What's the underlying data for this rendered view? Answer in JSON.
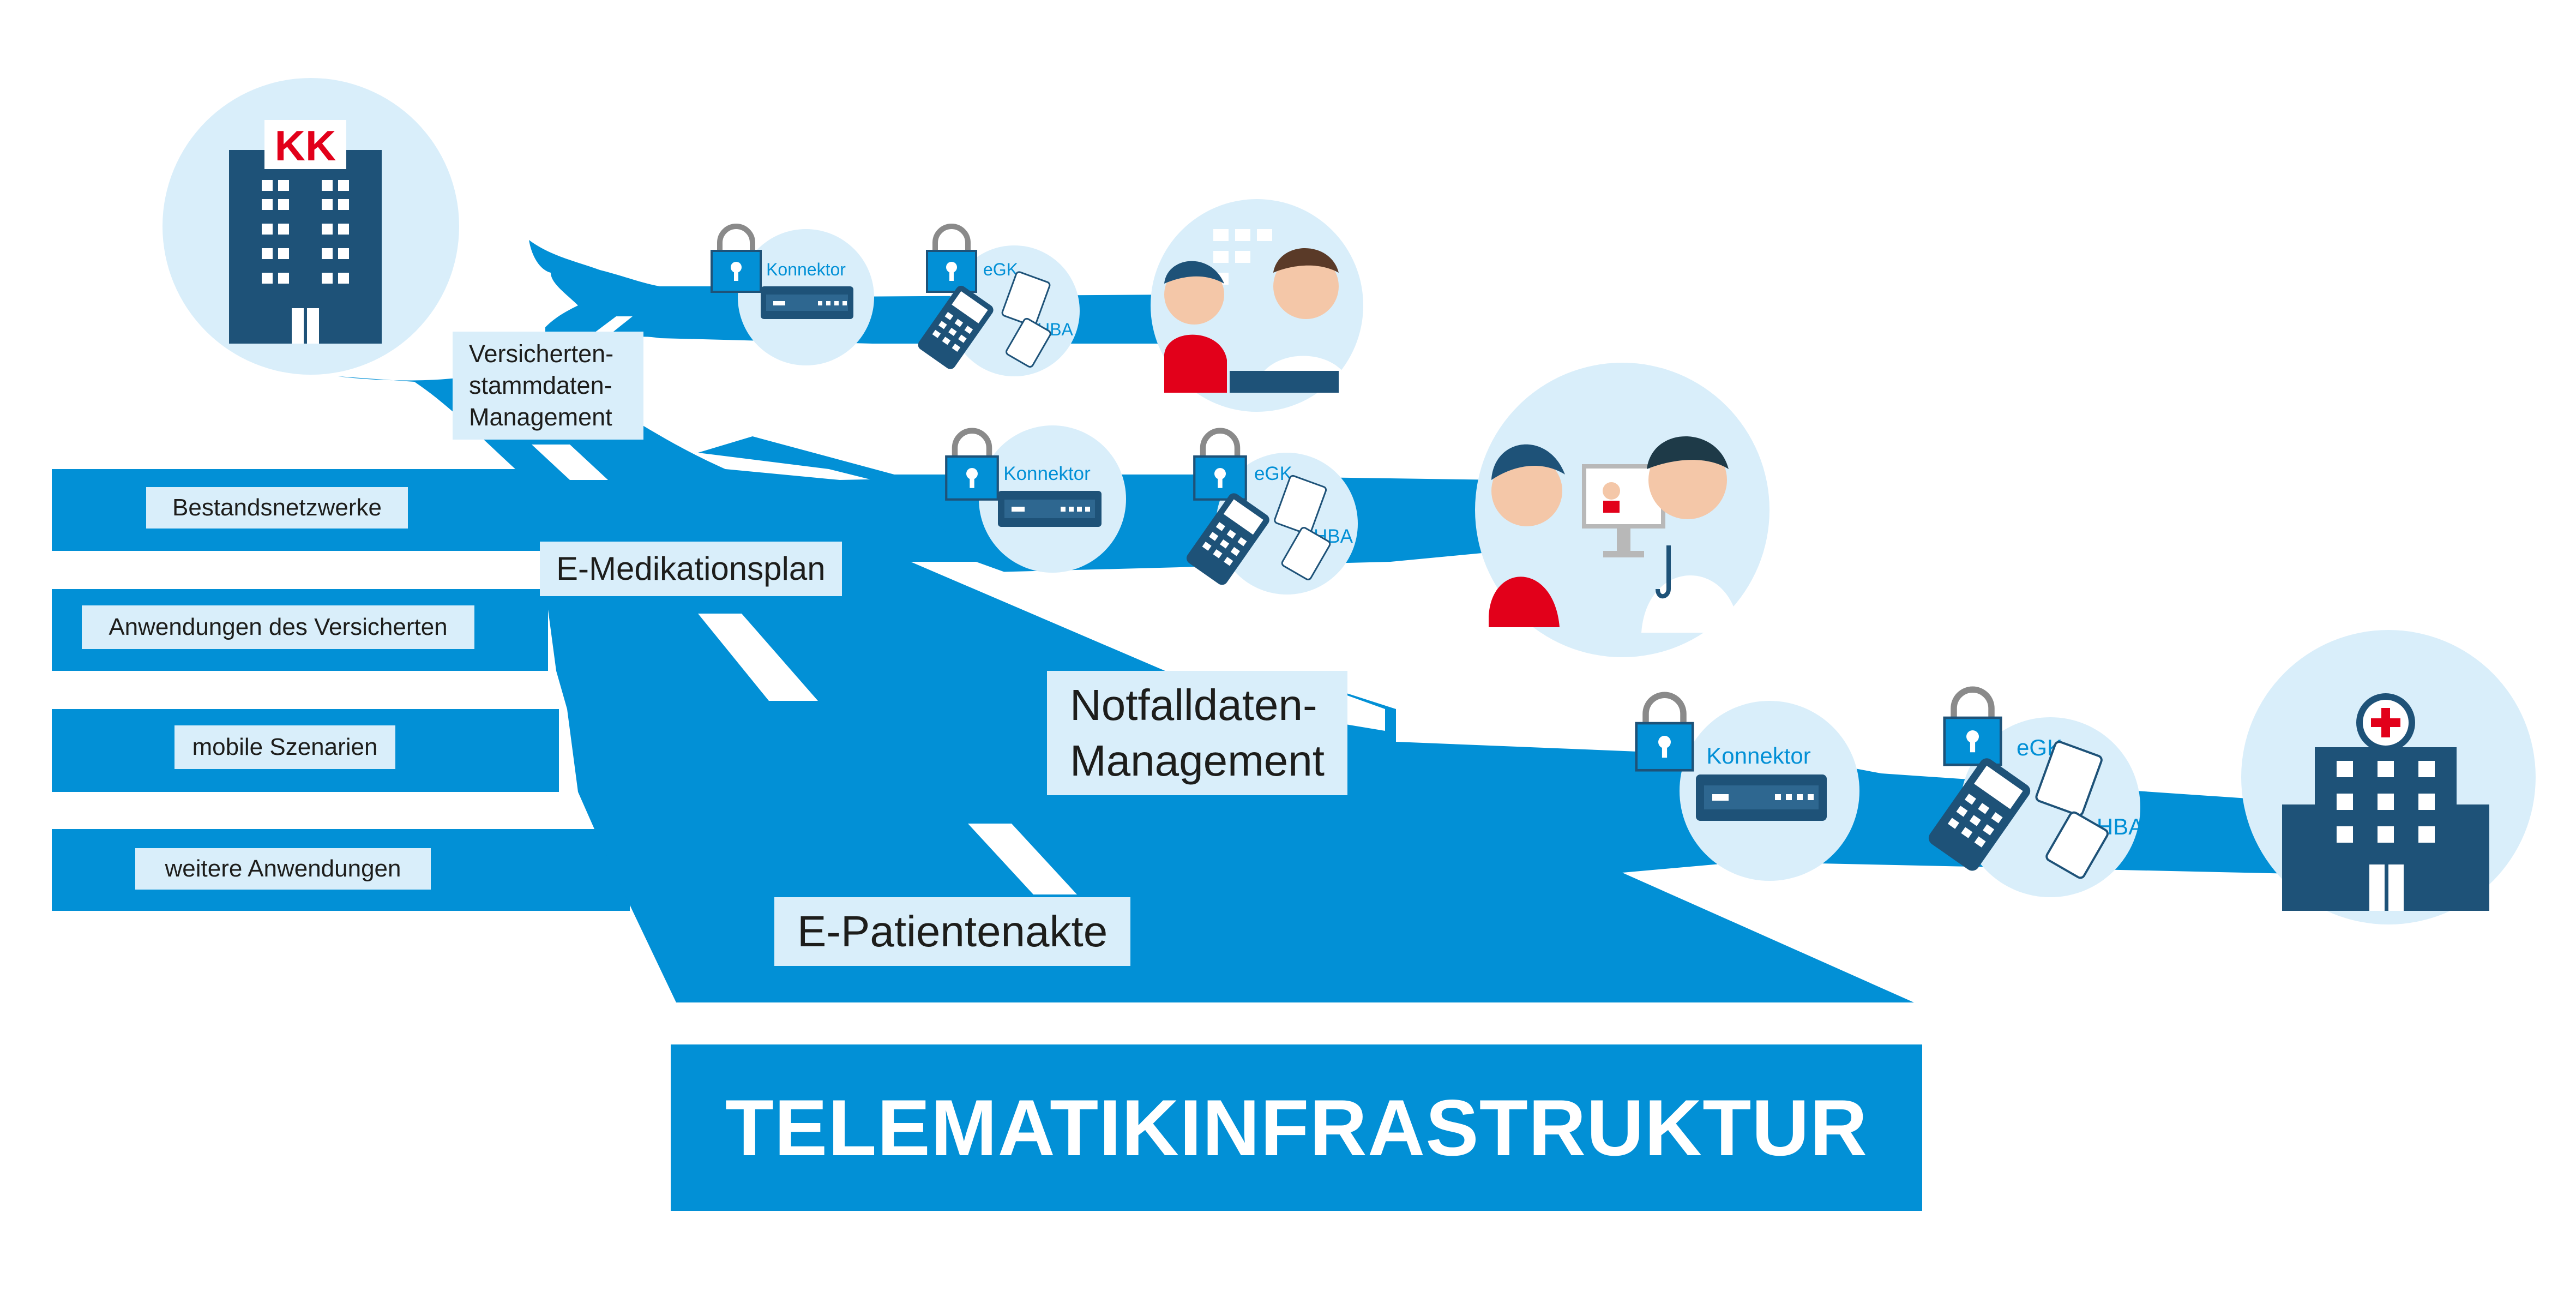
{
  "colors": {
    "road": "#0290d6",
    "circle": "#d9eefa",
    "dark": "#1e5278",
    "label_bg": "#d9eefa",
    "accent_red": "#e2001a",
    "lock_grey": "#8a8a8a"
  },
  "kasse": {
    "badge": "KK"
  },
  "labels": {
    "vsdm": [
      "Versicherten-",
      "stammdaten-",
      "Management"
    ],
    "bestandsnetzwerke": "Bestandsnetzwerke",
    "anwendungen_versicherten": "Anwendungen des Versicherten",
    "mobile_szenarien": "mobile Szenarien",
    "weitere_anwendungen": "weitere Anwendungen",
    "e_medikationsplan": "E-Medikationsplan",
    "notfalldaten": [
      "Notfalldaten-",
      "Management"
    ],
    "e_patientenakte": "E-Patientenakte"
  },
  "devices": {
    "konnektor": "Konnektor",
    "egk": "eGK",
    "hba": "HBA"
  },
  "icons": [
    "insurance-building-icon",
    "lock-icon",
    "connector-device-icon",
    "card-terminal-icon",
    "doctor-patient-icon",
    "hospital-icon"
  ],
  "footer": {
    "title": "TELEMATIKINFRASTRUKTUR"
  }
}
